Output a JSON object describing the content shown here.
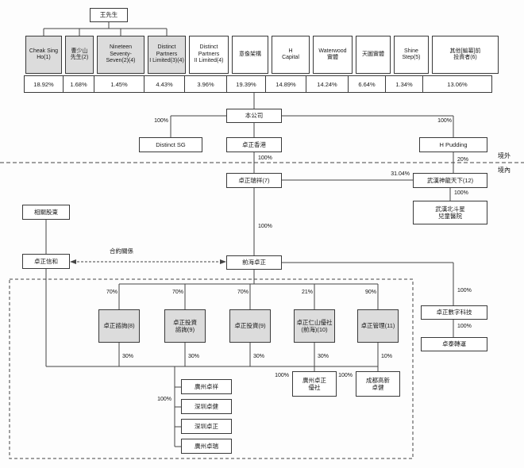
{
  "chart": {
    "controller": "王先生",
    "shareholders": [
      {
        "name": "Cheak Sing\nHo(1)",
        "pct": "18.92%"
      },
      {
        "name": "曹少山\n先生(2)",
        "pct": "1.68%"
      },
      {
        "name": "Nineteen\nSeventy-Seven(2)(4)",
        "pct": "1.45%"
      },
      {
        "name": "Distinct\nPartners\nI Limited(3)(4)",
        "pct": "4.43%"
      },
      {
        "name": "Distinct\nPartners\nII Limited(4)",
        "pct": "3.96%"
      },
      {
        "name": "意像架構",
        "pct": "19.39%"
      },
      {
        "name": "H\nCapital",
        "pct": "14.89%"
      },
      {
        "name": "Waterwood\n實體",
        "pct": "14.24%"
      },
      {
        "name": "天圖實體",
        "pct": "6.64%"
      },
      {
        "name": "Shine Step(5)",
        "pct": "1.34%"
      },
      {
        "name": "其他[編纂]前\n投資者(6)",
        "pct": "13.06%"
      }
    ],
    "nodes": {
      "company": "本公司",
      "distinct_sg": "Distinct SG",
      "zz_hk": "卓正香港",
      "h_pudding": "H Pudding",
      "zz_ruixiang": "卓正瑞祥(7)",
      "wuhan_shenlong": "武漢神龍天下(12)",
      "wuhan_beidou": "武漢北斗星\n兒童醫院",
      "related_shareholders": "相關股東",
      "zz_xinhe": "卓正信和",
      "qianhai_zz": "前海卓正",
      "vie1": "卓正諮詢(8)",
      "vie2": "卓正投資\n諮詢(9)",
      "vie3": "卓正投資(9)",
      "vie4": "卓正仁山優社\n(前海)(10)",
      "vie5": "卓正管理(11)",
      "zz_digital": "卓正數字科技",
      "zhuotai": "卓泰轉運",
      "gz_zhuoxiang": "廣州卓祥",
      "sz_zhuojian": "深圳卓健",
      "sz_zhuozheng": "深圳卓正",
      "gz_zhuorui": "廣州卓瑞",
      "gz_yushe": "廣州卓正\n優社",
      "cd_gaoxin": "成都高新\n卓健"
    },
    "region_labels": {
      "offshore": "境外",
      "onshore": "境內",
      "contract": "合約關係"
    },
    "edge_labels": {
      "to_distinct_sg": "100%",
      "to_h_pudding": "100%",
      "hk_to_ruixiang": "100%",
      "pudding_to_shenlong": "20%",
      "ruixiang_to_shenlong": "31.04%",
      "shenlong_to_beidou": "100%",
      "ruixiang_to_qianhai": "100%",
      "qh_vie1": "70%",
      "qh_vie2": "70%",
      "qh_vie3": "70%",
      "qh_vie4": "21%",
      "qh_vie5": "90%",
      "xh_vie1": "30%",
      "xh_vie2": "30%",
      "xh_vie3": "30%",
      "xh_vie4": "30%",
      "xh_vie5": "10%",
      "to_digital": "100%",
      "digital_to_zhuotai": "100%",
      "to_sub_stack": "100%",
      "vie4_to_yushe": "100%",
      "vie5_to_gaoxin": "100%"
    }
  }
}
